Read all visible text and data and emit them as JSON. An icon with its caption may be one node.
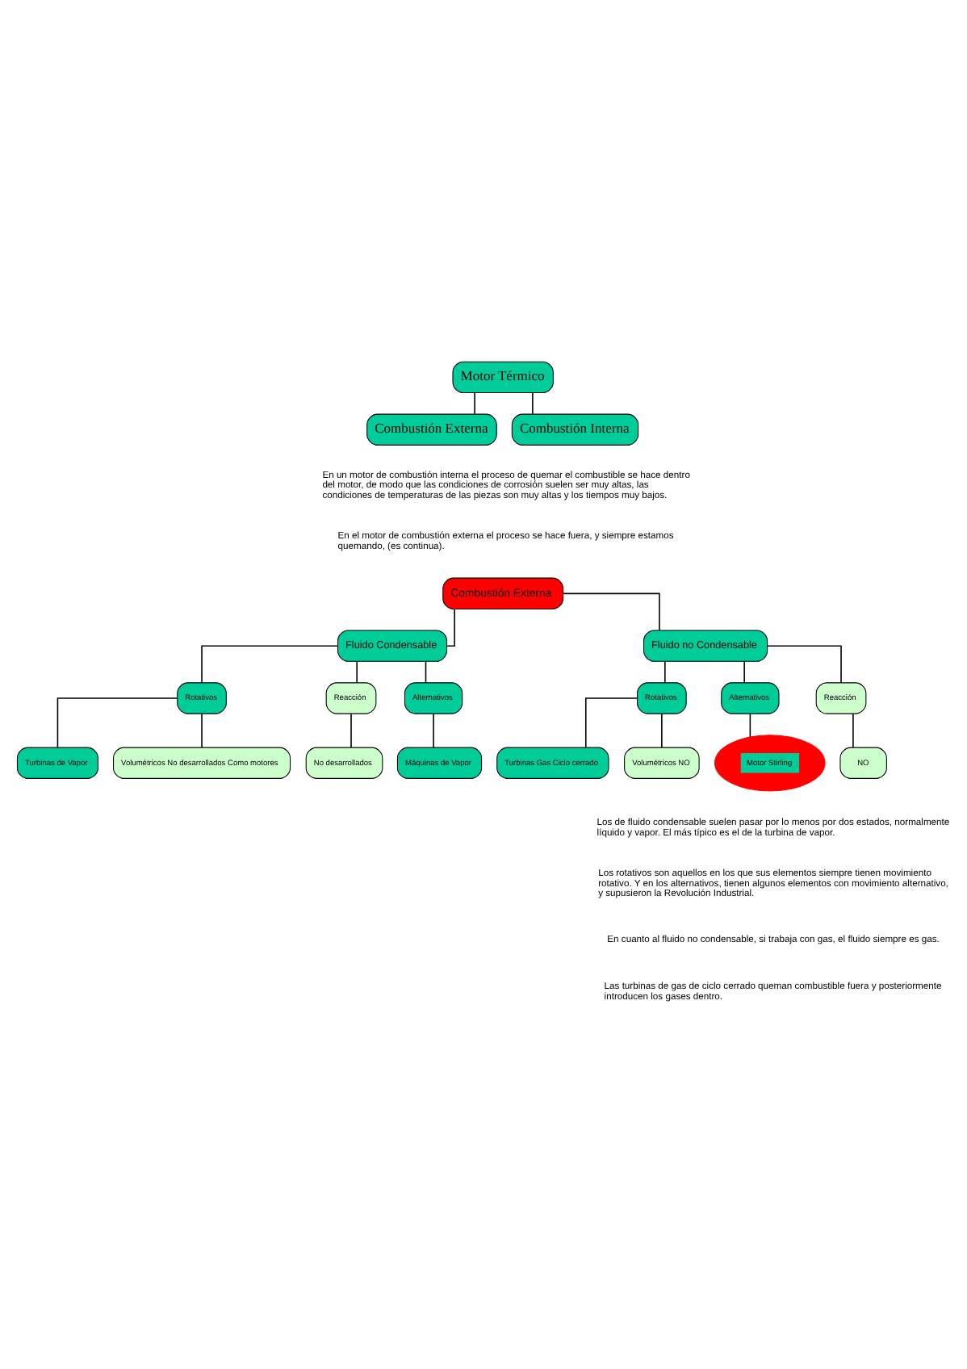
{
  "diagram": {
    "nodes": [
      {
        "text": [
          "Motor Térmico"
        ]
      },
      {
        "text": [
          "Combustión Externa"
        ]
      },
      {
        "text": [
          "Combustión Interna"
        ]
      },
      {
        "text": [
          "Combustión Externa"
        ]
      },
      {
        "text": [
          "Fluido Condensable"
        ]
      },
      {
        "text": [
          "Fluido no Condensable"
        ]
      },
      {
        "text": [
          "Rotativos"
        ]
      },
      {
        "text": [
          "Reacción"
        ]
      },
      {
        "text": [
          "Alternativos"
        ]
      },
      {
        "text": [
          "Turbinas de Vapor"
        ]
      },
      {
        "text": [
          "Volumétricos No desarrollados Como motores"
        ]
      },
      {
        "text": [
          "Máquinas de Vapor"
        ]
      },
      {
        "text": [
          "No desarrollados"
        ]
      },
      {
        "text": [
          "Rotativos"
        ]
      },
      {
        "text": [
          "Alternativos"
        ]
      },
      {
        "text": [
          "Reacción"
        ]
      },
      {
        "text": [
          "Turbinas Gas Ciclo cerrado"
        ]
      },
      {
        "text": [
          "Volumétricos NO"
        ]
      },
      {
        "text": [
          "Motor Stirling"
        ]
      },
      {
        "text": [
          "NO"
        ]
      }
    ],
    "edges": [
      {
        "from": 0,
        "to": 1,
        "arrow": "none"
      },
      {
        "from": 0,
        "to": 2,
        "arrow": "none"
      },
      {
        "from": 3,
        "to": 4,
        "arrow": "none"
      },
      {
        "from": 3,
        "to": 5,
        "arrow": "none"
      },
      {
        "from": 4,
        "to": 6,
        "arrow": "none"
      },
      {
        "from": 4,
        "to": 7,
        "arrow": "none"
      },
      {
        "from": 4,
        "to": 8,
        "arrow": "none"
      },
      {
        "from": 6,
        "to": 9,
        "arrow": "none"
      },
      {
        "from": 6,
        "to": 10,
        "arrow": "none"
      },
      {
        "from": 8,
        "to": 11,
        "arrow": "none"
      },
      {
        "from": 7,
        "to": 12,
        "arrow": "none"
      },
      {
        "from": 5,
        "to": 13,
        "arrow": "none"
      },
      {
        "from": 5,
        "to": 14,
        "arrow": "none"
      },
      {
        "from": 5,
        "to": 15,
        "arrow": "none"
      },
      {
        "from": 13,
        "to": 16,
        "arrow": "none"
      },
      {
        "from": 13,
        "to": 17,
        "arrow": "none"
      },
      {
        "from": 14,
        "to": 18,
        "arrow": "none"
      },
      {
        "from": 15,
        "to": 19,
        "arrow": "none"
      }
    ],
    "labels": [
      "En un motor de combustión interna el proceso de quemar el combustible se hace dentro del motor, de modo que las condiciones de corrosión suelen ser muy altas, las condiciones de temperaturas de las piezas son muy altas y los tiempos muy bajos.",
      "En el motor de combustión externa el proceso se hace fuera, y siempre estamos quemando, (es continua).",
      "Los de fluido condensable suelen pasar por lo menos por dos estados, normalmente líquido y vapor. El más típico es el de la turbina de vapor.",
      "Los rotativos son aquellos en los que sus elementos siempre tienen movimiento rotativo. Y en los alternativos, tienen algunos elementos con movimiento alternativo, y supusieron la Revolución Industrial.",
      "En cuanto al fluido no condensable, si trabaja con gas, el fluido siempre es gas.",
      "Las turbinas de gas de ciclo cerrado queman combustible fuera y posteriormente introducen los gases dentro."
    ]
  }
}
